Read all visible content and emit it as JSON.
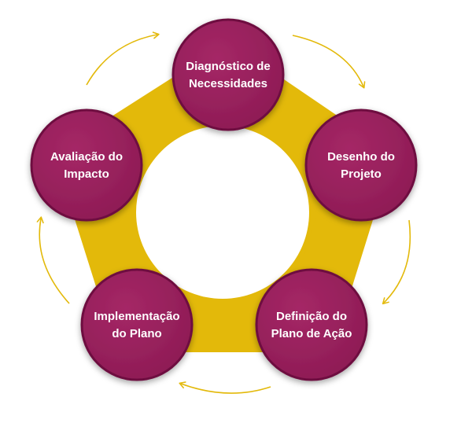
{
  "colors": {
    "ring": "#e3b90a",
    "node_fill": "#8e1c55",
    "node_fill_light": "#a52766",
    "node_stroke": "#6e1040",
    "arrow": "#e3b90a"
  },
  "cycle": {
    "nodes": [
      {
        "id": "diagnostico",
        "lines": [
          "Diagnóstico de",
          "Necessidades"
        ]
      },
      {
        "id": "desenho",
        "lines": [
          "Desenho do",
          "Projeto"
        ]
      },
      {
        "id": "definicao",
        "lines": [
          "Definição do",
          "Plano de Ação"
        ]
      },
      {
        "id": "implementacao",
        "lines": [
          "Implementação",
          "do Plano"
        ]
      },
      {
        "id": "avaliacao",
        "lines": [
          "Avaliação do",
          "Impacto"
        ]
      }
    ]
  }
}
